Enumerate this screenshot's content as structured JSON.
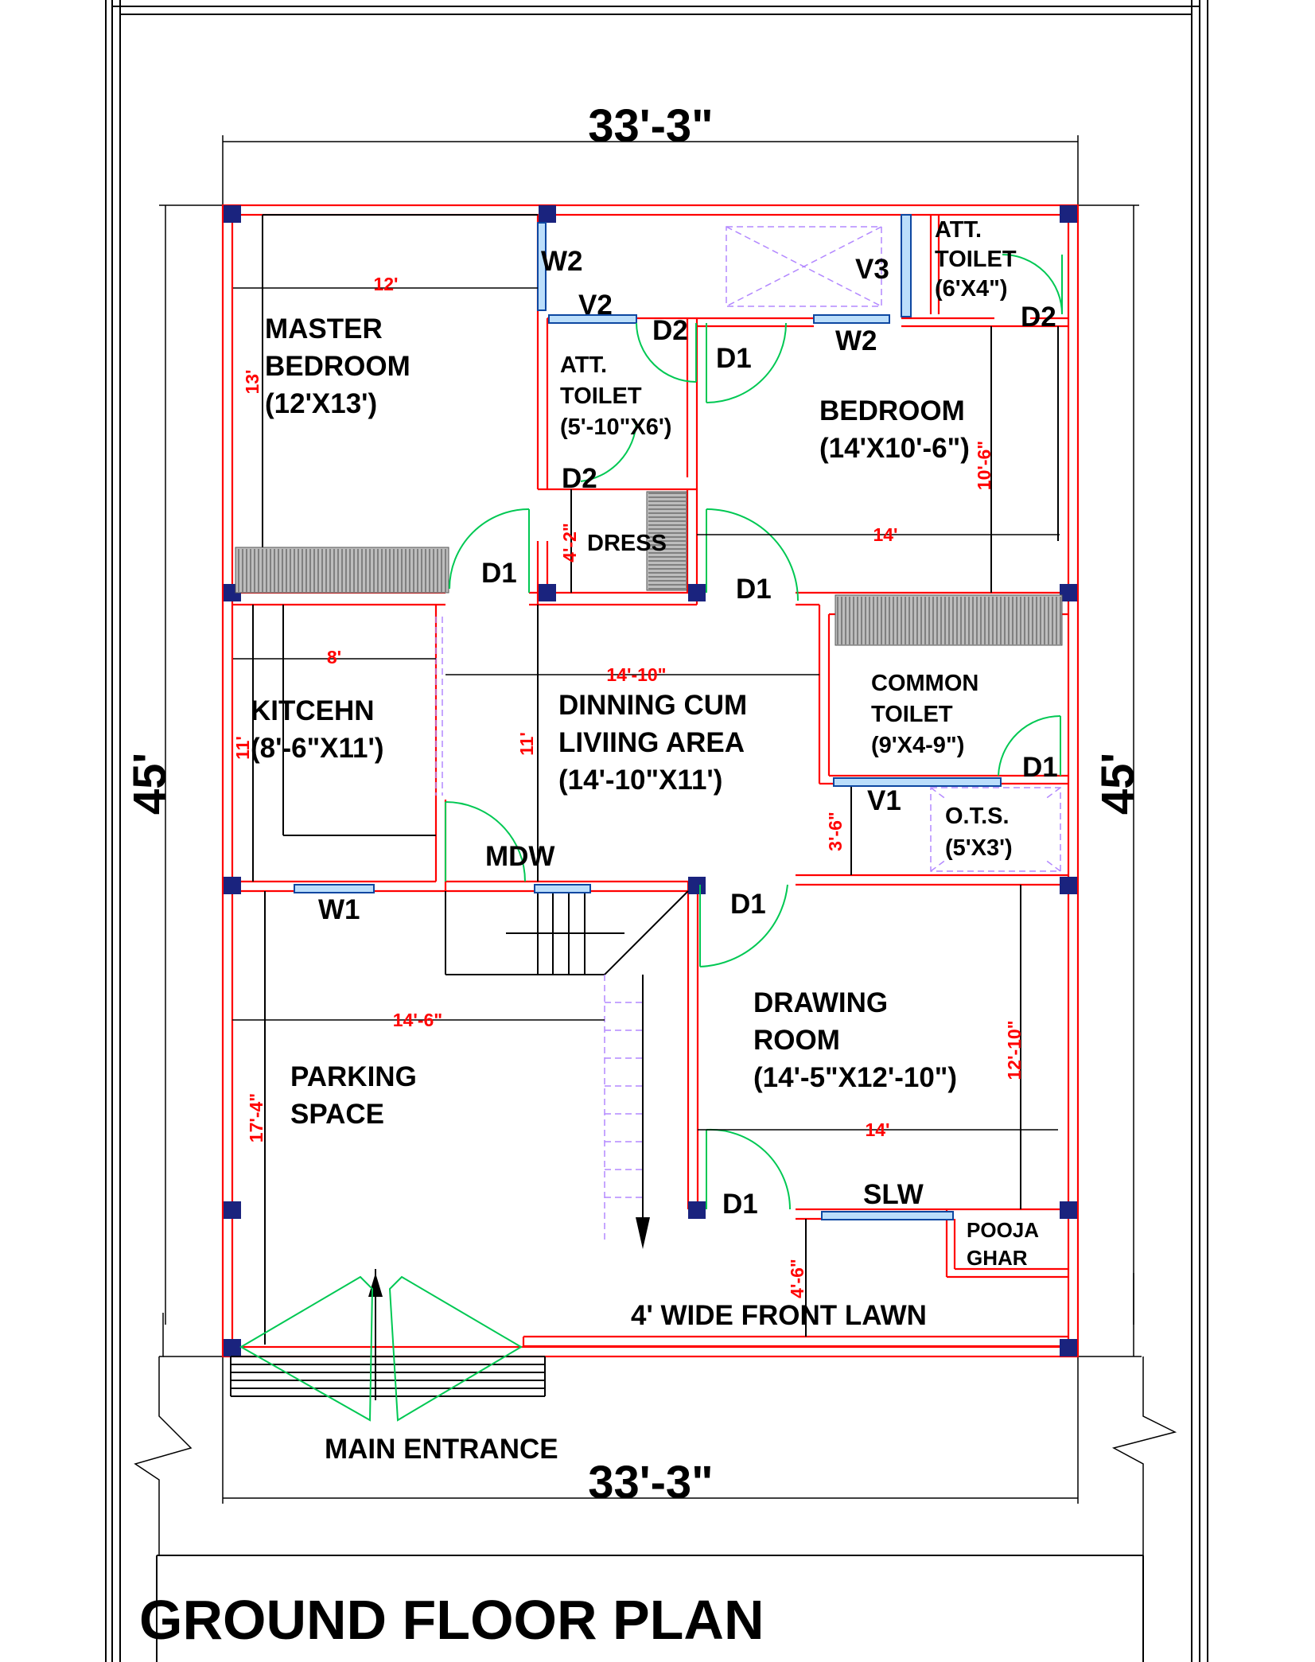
{
  "overall": {
    "width_top": "33'-3\"",
    "width_bottom": "33'-3\"",
    "depth_left": "45'",
    "depth_right": "45'",
    "title": "GROUND FLOOR PLAN",
    "main_entrance": "MAIN ENTRANCE"
  },
  "rooms": {
    "master_bedroom": {
      "line1": "MASTER",
      "line2": "BEDROOM",
      "line3": "(12'X13')",
      "dim_w": "12'",
      "dim_h": "13'"
    },
    "att_toilet_1": {
      "line1": "ATT.",
      "line2": "TOILET",
      "line3": "(5'-10\"X6')"
    },
    "att_toilet_2": {
      "line1": "ATT.",
      "line2": "TOILET",
      "line3": "(6'X4\")"
    },
    "bedroom": {
      "line1": "BEDROOM",
      "line2": "(14'X10'-6\")",
      "dim_w": "14'",
      "dim_h": "10'-6\""
    },
    "dress": {
      "label": "DRESS",
      "dim": "4'-2\""
    },
    "kitchen": {
      "line1": "KITCEHN",
      "line2": "(8'-6\"X11')",
      "dim_w": "8'",
      "dim_h": "11'"
    },
    "dining": {
      "line1": "DINNING CUM",
      "line2": "LIVIING AREA",
      "line3": "(14'-10\"X11')",
      "dim_w": "14'-10\"",
      "dim_h": "11'"
    },
    "common_toilet": {
      "line1": "COMMON",
      "line2": "TOILET",
      "line3": "(9'X4-9\")"
    },
    "ots": {
      "line1": "O.T.S.",
      "line2": "(5'X3')",
      "dim": "3'-6\""
    },
    "parking": {
      "line1": "PARKING",
      "line2": "SPACE",
      "dim_w": "14'-6\"",
      "dim_h": "17'-4\""
    },
    "drawing": {
      "line1": "DRAWING",
      "line2": "ROOM",
      "line3": "(14'-5\"X12'-10\")",
      "dim_w": "14'",
      "dim_h": "12'-10\""
    },
    "pooja": {
      "line1": "POOJA",
      "line2": "GHAR"
    },
    "lawn": {
      "label": "4' WIDE FRONT LAWN",
      "dim": "4'-6\""
    }
  },
  "openings": {
    "w2_a": "W2",
    "w2_b": "W2",
    "v2": "V2",
    "v3": "V3",
    "v1": "V1",
    "d2_a": "D2",
    "d2_b": "D2",
    "d2_c": "D2",
    "d1_a": "D1",
    "d1_b": "D1",
    "d1_c": "D1",
    "d1_d": "D1",
    "d1_e": "D1",
    "d1_f": "D1",
    "w1": "W1",
    "mdw": "MDW",
    "slw": "SLW"
  }
}
